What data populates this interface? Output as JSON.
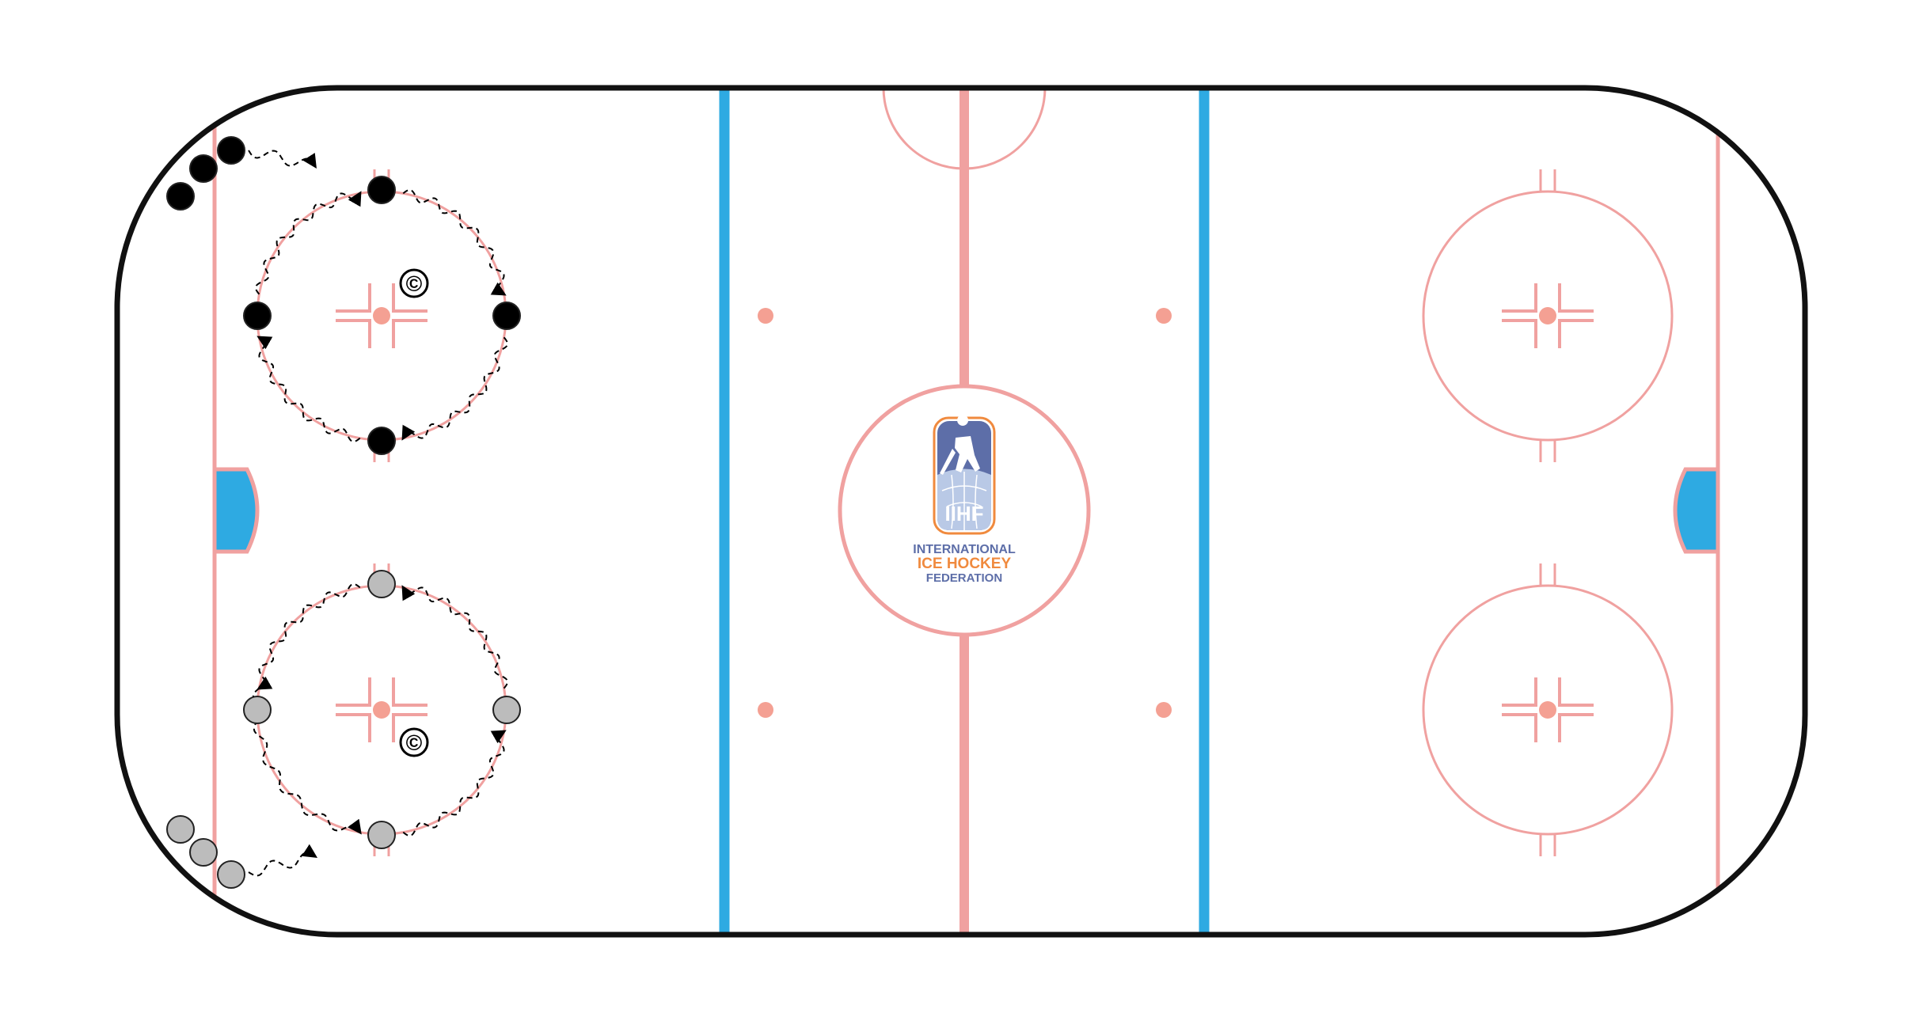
{
  "logo": {
    "badge_text": "IIHF",
    "line1": "INTERNATIONAL",
    "line2": "ICE HOCKEY",
    "line3": "FEDERATION"
  },
  "colors": {
    "board": "#111111",
    "line_red": "#f0a1a0",
    "line_blue": "#2eaae2",
    "spot": "#f4a093",
    "crease": "#2eaae2",
    "team_black": "#000000",
    "team_grey": "#bcbcbc",
    "logo_blue": "#5d6ea8",
    "logo_orange": "#f08a3e",
    "logo_light": "#b9c9e6"
  },
  "markers": {
    "coach_symbol": "©"
  },
  "icons": {
    "skater_path": "skating-path-arrow-icon",
    "player": "player-marker-icon",
    "coach": "coach-marker-icon",
    "logo": "iihf-logo-icon"
  }
}
